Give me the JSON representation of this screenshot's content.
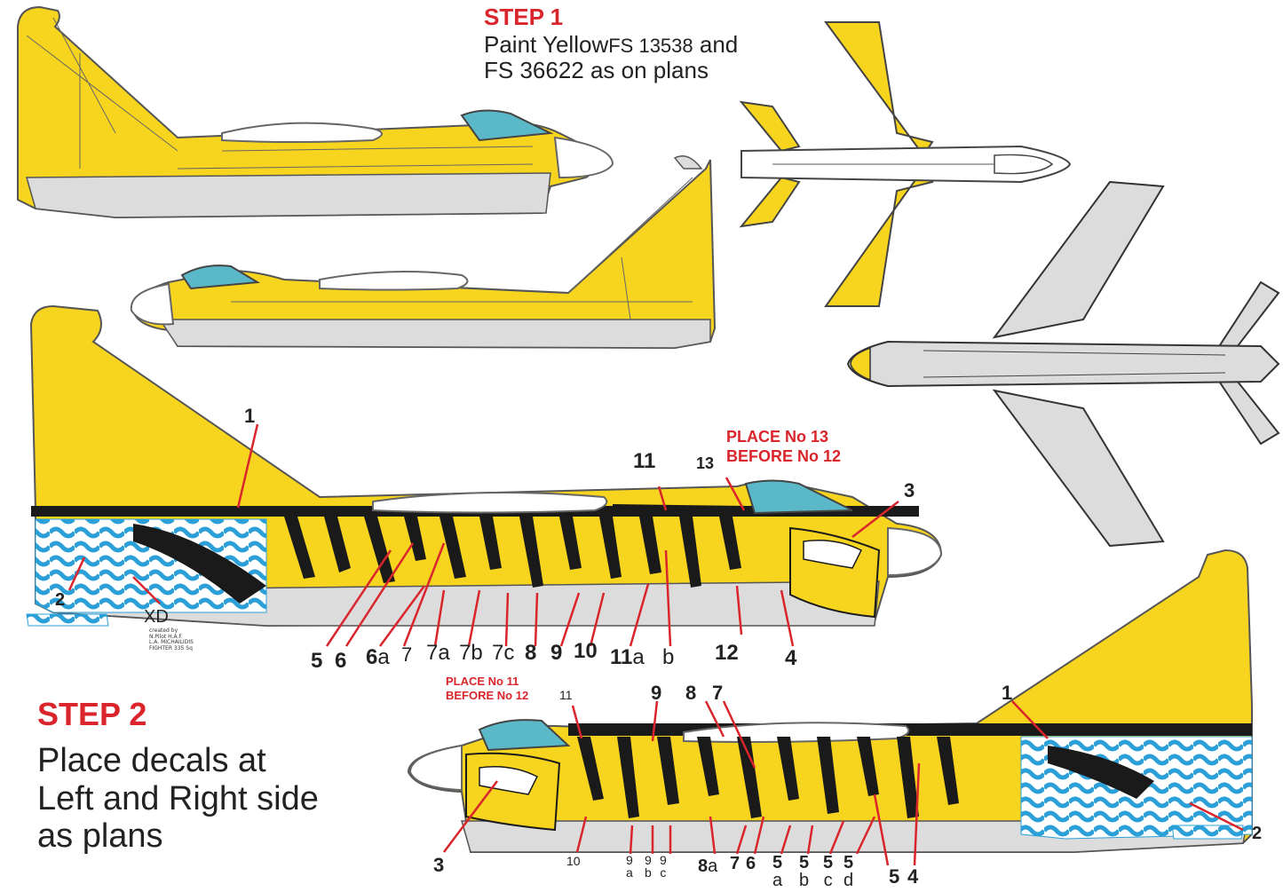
{
  "step1": {
    "title": "STEP 1",
    "line1_prefix": "Paint Yellow",
    "line1_code": "FS 13538",
    "line1_suffix": " and",
    "line2": "FS 36622 as on plans"
  },
  "step2": {
    "title": "STEP 2",
    "line1": "Place decals at",
    "line2": "Left and Right side",
    "line3": "as plans"
  },
  "notes": {
    "place13_line1": "PLACE No 13",
    "place13_line2": "BEFORE No 12",
    "place11_line1": "PLACE No 11",
    "place11_line2": "BEFORE No 12"
  },
  "designer_credit": {
    "line1": "created by",
    "line2": "N.Pilot H.A.F.",
    "line3": "L.A. MICHAILIDIS",
    "line4": "FIGHTER 335 Sq"
  },
  "colors": {
    "yellow": "#f7d51e",
    "grey": "#dcdcdc",
    "black": "#1a1a1a",
    "canopy": "#5bb8c8",
    "greek_blue": "#2a9fd8",
    "red_text": "#d9252b"
  },
  "left_side": {
    "numbers": {
      "n1": "1",
      "n2": "2",
      "n3": "3",
      "n4": "4",
      "n5": "5",
      "n6": "6",
      "n6a_num": "6",
      "n6a_let": "a",
      "n7": "7",
      "n7a_num": "7",
      "n7a_let": "a",
      "n7b_num": "7",
      "n7b_let": "b",
      "n7c_num": "7",
      "n7c_let": "c",
      "n8": "8",
      "n9": "9",
      "n10": "10",
      "n11": "11",
      "n11a_num": "11",
      "n11a_let": "a",
      "n11b_let": "b",
      "n12": "12",
      "n13": "13"
    },
    "tail_code": "XD"
  },
  "right_side": {
    "numbers": {
      "n1": "1",
      "n2": "2",
      "n3": "3",
      "n4": "4",
      "n5": "5",
      "n5a_num": "5",
      "n5a_let": "a",
      "n5b_num": "5",
      "n5b_let": "b",
      "n5c_num": "5",
      "n5c_let": "c",
      "n5d_num": "5",
      "n5d_let": "d",
      "n6": "6",
      "n7": "7",
      "n7b": "7",
      "n8": "8",
      "n8a_num": "8",
      "n8a_let": "a",
      "n9": "9",
      "n9a_num": "9",
      "n9a_let": "a",
      "n9b_num": "9",
      "n9b_let": "b",
      "n9c_num": "9",
      "n9c_let": "c",
      "n10": "10",
      "n11": "11"
    }
  }
}
